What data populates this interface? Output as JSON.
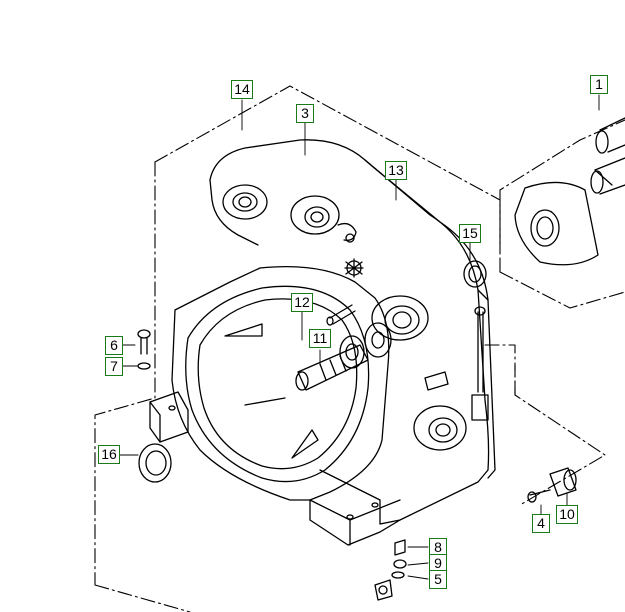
{
  "diagram": {
    "callout_color": "#1a7a1a",
    "line_color": "#000000",
    "callouts": {
      "c1": "1",
      "c3": "3",
      "c4": "4",
      "c5": "5",
      "c6": "6",
      "c7": "7",
      "c8": "8",
      "c9": "9",
      "c10": "10",
      "c11": "11",
      "c12": "12",
      "c13": "13",
      "c14": "14",
      "c15": "15",
      "c16": "16"
    }
  }
}
